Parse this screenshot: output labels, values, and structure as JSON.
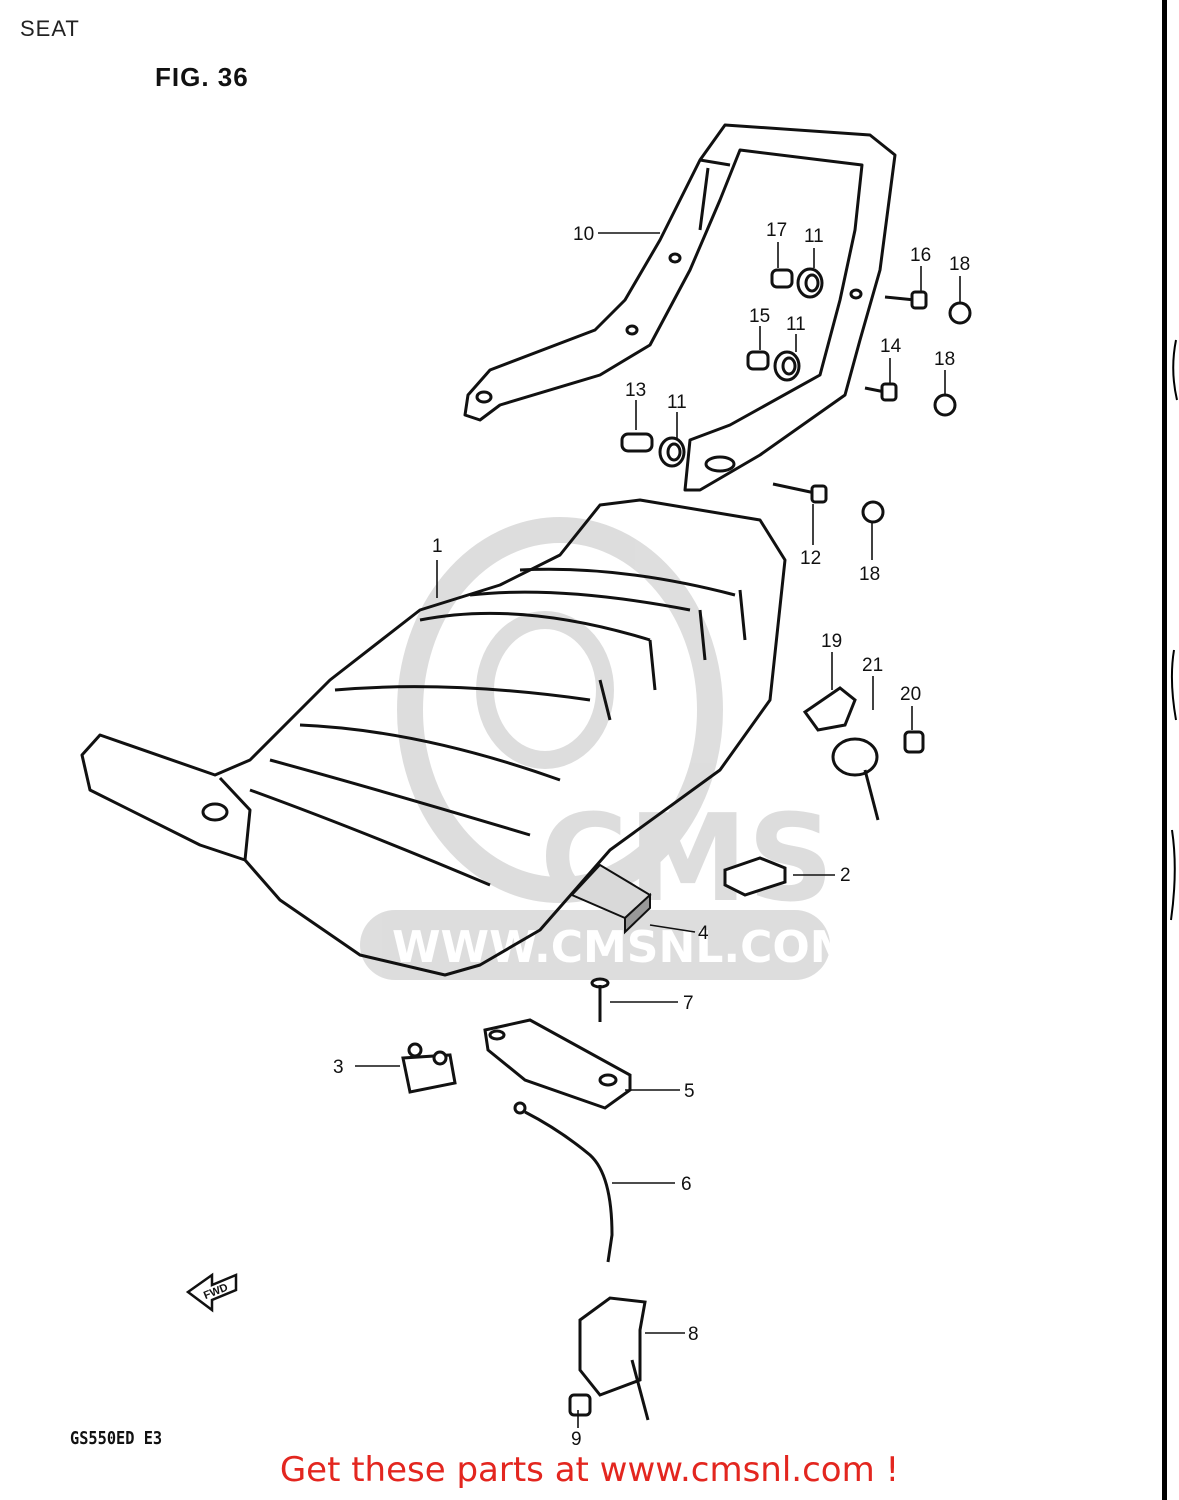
{
  "header": {
    "title": "SEAT",
    "figure": "FIG. 36"
  },
  "model_code": "GS550ED E3",
  "watermark": {
    "brand": "CMS",
    "url": "WWW.CMSNL.COM"
  },
  "fwd_arrow": "FWD",
  "footer": {
    "link_text": "Get these parts at www.cmsnl.com !",
    "color": "#e3261f"
  },
  "parts": [
    {
      "number": "1"
    },
    {
      "number": "2"
    },
    {
      "number": "3"
    },
    {
      "number": "4"
    },
    {
      "number": "5"
    },
    {
      "number": "6"
    },
    {
      "number": "7"
    },
    {
      "number": "8"
    },
    {
      "number": "9"
    },
    {
      "number": "10"
    },
    {
      "number": "11"
    },
    {
      "number": "11"
    },
    {
      "number": "11"
    },
    {
      "number": "12"
    },
    {
      "number": "13"
    },
    {
      "number": "14"
    },
    {
      "number": "15"
    },
    {
      "number": "16"
    },
    {
      "number": "17"
    },
    {
      "number": "18"
    },
    {
      "number": "18"
    },
    {
      "number": "18"
    },
    {
      "number": "19"
    },
    {
      "number": "20"
    },
    {
      "number": "21"
    }
  ]
}
